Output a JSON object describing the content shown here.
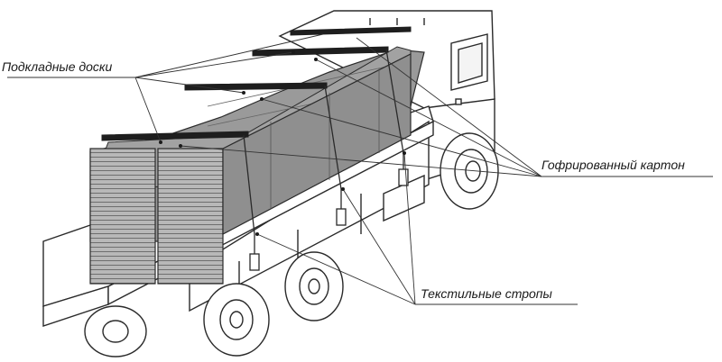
{
  "labels": {
    "boards": "Подкладные доски",
    "cardboard": "Гофрированный картон",
    "straps": "Текстильные стропы"
  },
  "colors": {
    "outline": "#2a2a2a",
    "cargo_top": "#9a9a9a",
    "cargo_side": "#8a8a8a",
    "cargo_front": "#b5b5b5",
    "board": "#1e1e1e",
    "leader": "#333333",
    "background": "#ffffff"
  }
}
